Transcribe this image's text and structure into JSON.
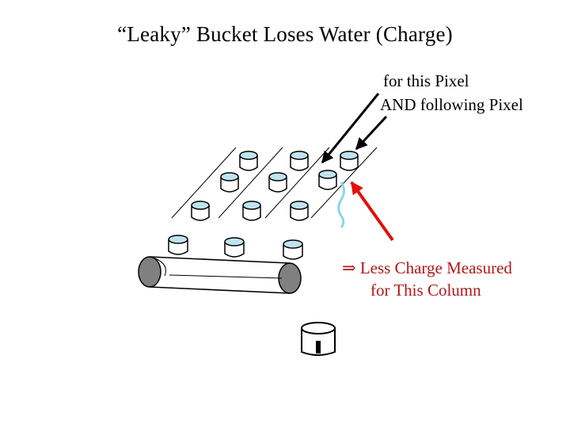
{
  "title": "“Leaky” Bucket Loses Water (Charge)",
  "annotation": {
    "line1": "for this Pixel",
    "line2": "AND following Pixel"
  },
  "result": {
    "symbol": "⇒",
    "line1": "Less Charge Measured",
    "line2": "for This Column"
  },
  "colors": {
    "water": "#bfe3ef",
    "leak": "#8fd3ea",
    "arrow_red": "#e01010",
    "text_red": "#b01818",
    "roller": "#808080"
  }
}
